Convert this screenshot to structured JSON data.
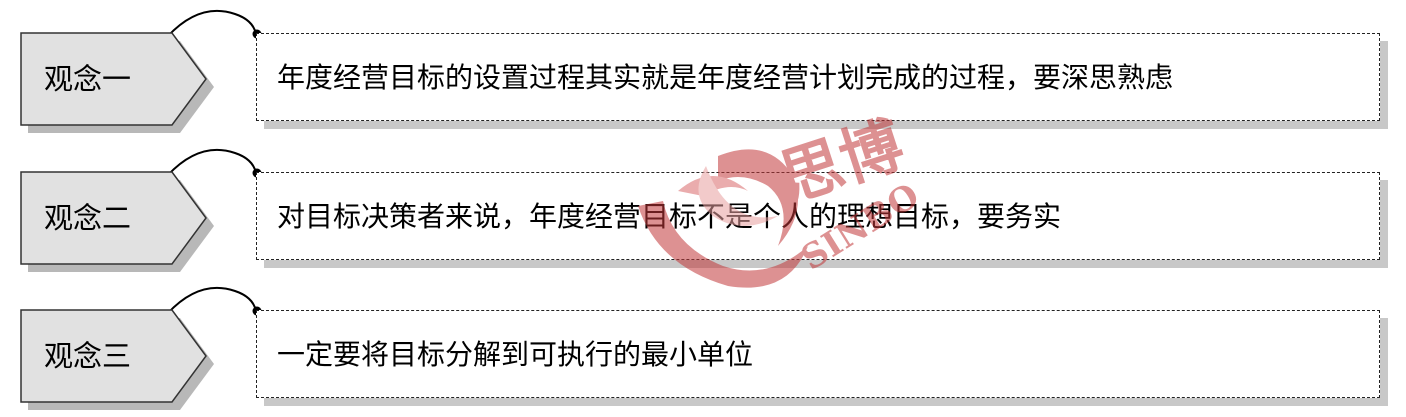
{
  "rows": [
    {
      "label": "观念一",
      "text": "年度经营目标的设置过程其实就是年度经营计划完成的过程，要深思熟虑"
    },
    {
      "label": "观念二",
      "text": "对目标决策者来说，年度经营目标不是个人的理想目标，要务实"
    },
    {
      "label": "观念三",
      "text": "一定要将目标分解到可执行的最小单位"
    }
  ],
  "watermark": {
    "cn": "思博",
    "en": "SINBO"
  },
  "colors": {
    "label_fill": "#e1e1e1",
    "shadow": "#c8c8c8",
    "watermark": "#c2383a"
  },
  "icons": {
    "watermark": "sinbo-logo-icon"
  }
}
